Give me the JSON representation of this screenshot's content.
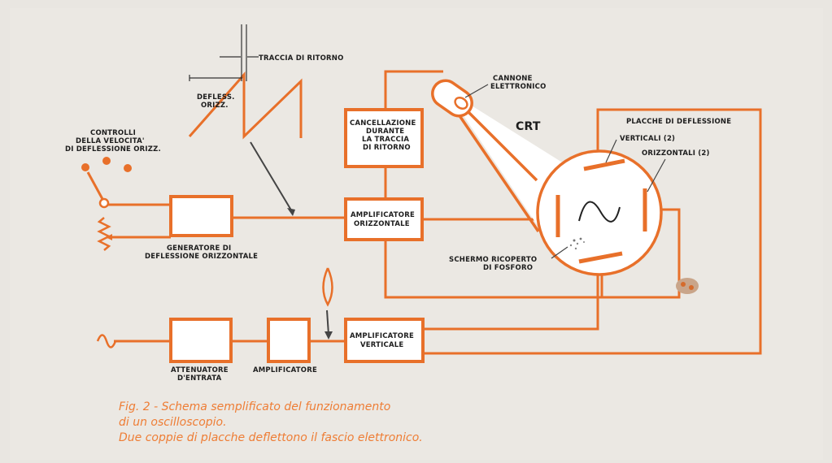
{
  "labels": {
    "traccia_ritorno": "TRACCIA DI RITORNO",
    "defless_1": "DEFLESS.",
    "defless_2": "ORIZZ.",
    "cannone_1": "CANNONE",
    "cannone_2": "ELETTRONICO",
    "crt": "CRT",
    "placche": "PLACCHE DI DEFLESSIONE",
    "verticali": "VERTICALI (2)",
    "orizzontali": "ORIZZONTALI (2)",
    "controlli_1": "CONTROLLI",
    "controlli_2": "DELLA VELOCITA'",
    "controlli_3": "DI DEFLESSIONE ORIZZ.",
    "cancellazione_1": "CANCELLAZIONE",
    "cancellazione_2": "DURANTE",
    "cancellazione_3": "LA TRACCIA",
    "cancellazione_4": "DI RITORNO",
    "amp_orizz_1": "AMPLIFICATORE",
    "amp_orizz_2": "ORIZZONTALE",
    "generatore_1": "GENERATORE DI",
    "generatore_2": "DEFLESSIONE ORIZZONTALE",
    "schermo_1": "SCHERMO RICOPERTO",
    "schermo_2": "DI FOSFORO",
    "attenuatore_1": "ATTENUATORE",
    "attenuatore_2": "D'ENTRATA",
    "amplificatore": "AMPLIFICATORE",
    "amp_vert_1": "AMPLIFICATORE",
    "amp_vert_2": "VERTICALE"
  },
  "caption": {
    "line1": "Fig. 2 - Schema semplificato del funzionamento",
    "line2": "di un oscilloscopio.",
    "line3": "Due coppie di placche deflettono il fascio elettronico."
  },
  "colors": {
    "accent": "#e8702a",
    "background": "#e9e6e1",
    "caption": "#ee7d35",
    "text": "#1d1d1d"
  }
}
